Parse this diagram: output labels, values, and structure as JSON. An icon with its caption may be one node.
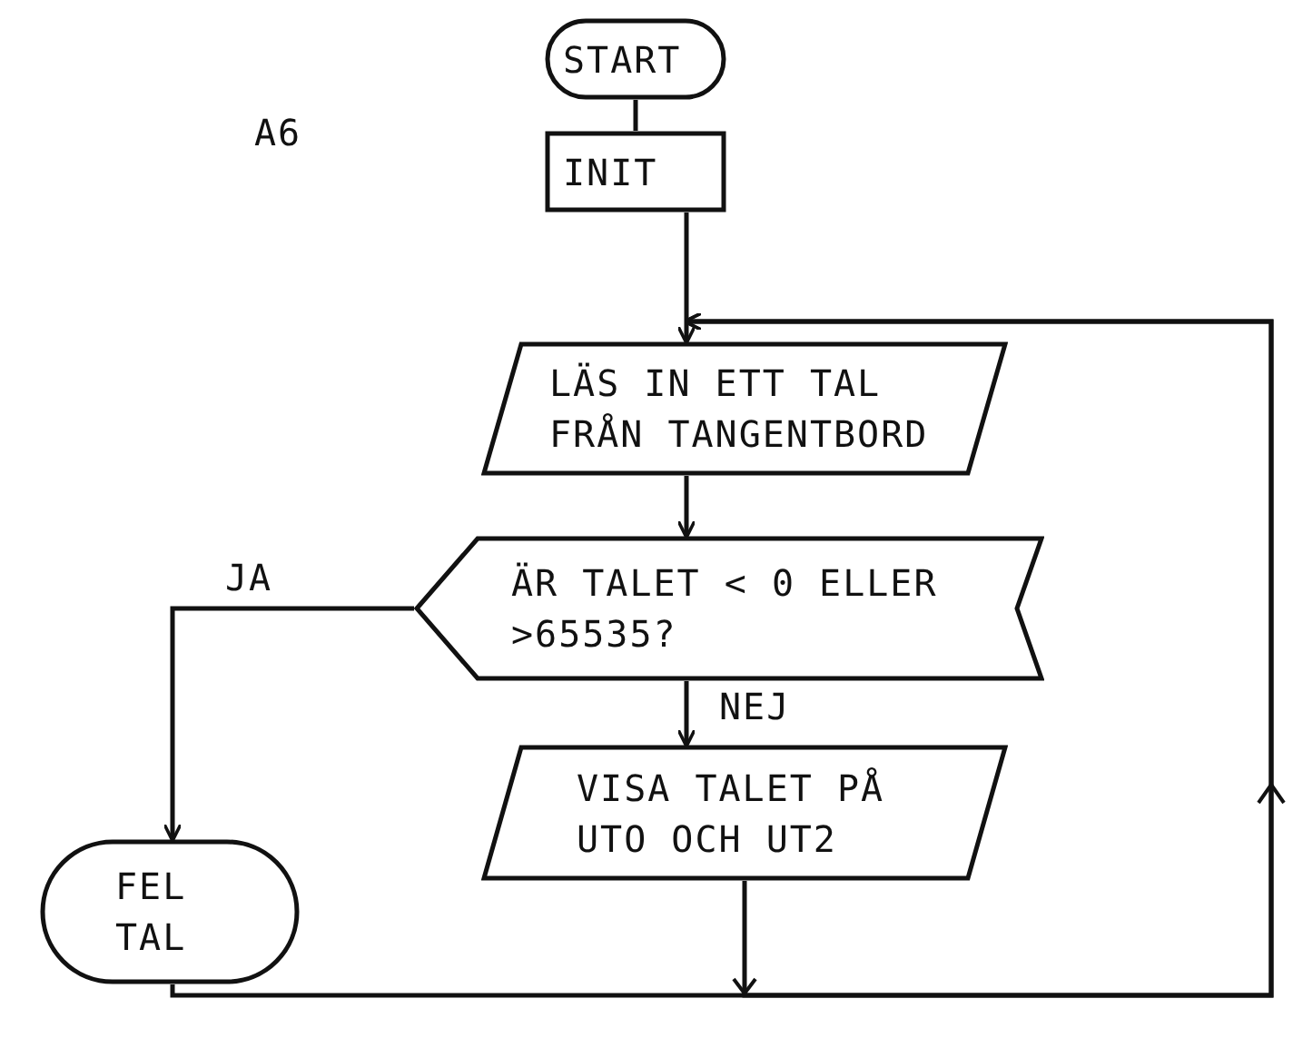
{
  "diagram": {
    "nodes": [
      {
        "text": [
          "START"
        ]
      },
      {
        "text": [
          "INIT"
        ]
      },
      {
        "text": [
          "LÄS IN ETT TAL FRÅN TANGENTBORD"
        ]
      },
      {
        "text": [
          "ÄR TALET < 0 ELLER >65535?"
        ]
      },
      {
        "text": [
          "VISA TALET PÅ UTO OCH UT2"
        ]
      },
      {
        "text": [
          "FEL TAL"
        ]
      }
    ],
    "edges": [
      {
        "from": 0,
        "to": 1,
        "arrow": "none"
      },
      {
        "from": 1,
        "to": 2,
        "arrow": "to"
      },
      {
        "from": 2,
        "to": 3,
        "arrow": "to"
      },
      {
        "from": 3,
        "to": 5,
        "arrow": "to",
        "label": "JA"
      },
      {
        "from": 3,
        "to": 4,
        "arrow": "to",
        "label": "NEJ"
      },
      {
        "from": 4,
        "to": 2,
        "arrow": "to"
      },
      {
        "from": 5,
        "to": 2,
        "arrow": "to"
      }
    ],
    "labels": [
      "A6"
    ]
  }
}
